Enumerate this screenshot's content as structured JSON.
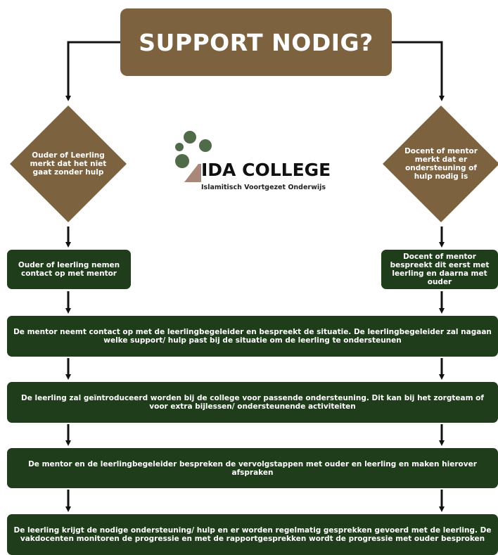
{
  "title": "SUPPORT NODIG?",
  "logo": {
    "name": "IDA COLLEGE",
    "subtitle": "Islamitisch Voortgezet Onderwijs"
  },
  "left_branch": {
    "decision": "Ouder of Leerling merkt dat het niet gaat zonder hulp",
    "action": "Ouder of leerling nemen contact op met mentor"
  },
  "right_branch": {
    "decision": "Docent of mentor merkt dat er ondersteuning of hulp nodig is",
    "action": "Docent of mentor bespreekt dit eerst met leerling en daarna met ouder"
  },
  "steps": [
    "De mentor neemt contact op met de leerlingbegeleider en bespreekt de situatie. De leerlingbegeleider zal nagaan welke support/ hulp past bij de situatie om de leerling te ondersteunen",
    "De leerling zal geïntroduceerd worden bij de college voor passende ondersteuning. Dit kan bij het zorgteam of voor extra bijlessen/ ondersteunende activiteiten",
    "De mentor en de leerlingbegeleider bespreken de vervolgstappen met ouder en leerling en maken hierover afspraken",
    "De leerling krijgt de nodige ondersteuning/ hulp en er worden regelmatig gesprekken gevoerd met de leerling. De vakdocenten monitoren de progressie en met de rapportgesprekken wordt de progressie met ouder besproken"
  ],
  "colors": {
    "brown": "#7d6240",
    "green": "#1f3d1b",
    "arrow": "#111111",
    "logo_dot": "#4f6b49",
    "logo_triangle": "#a9877a"
  }
}
